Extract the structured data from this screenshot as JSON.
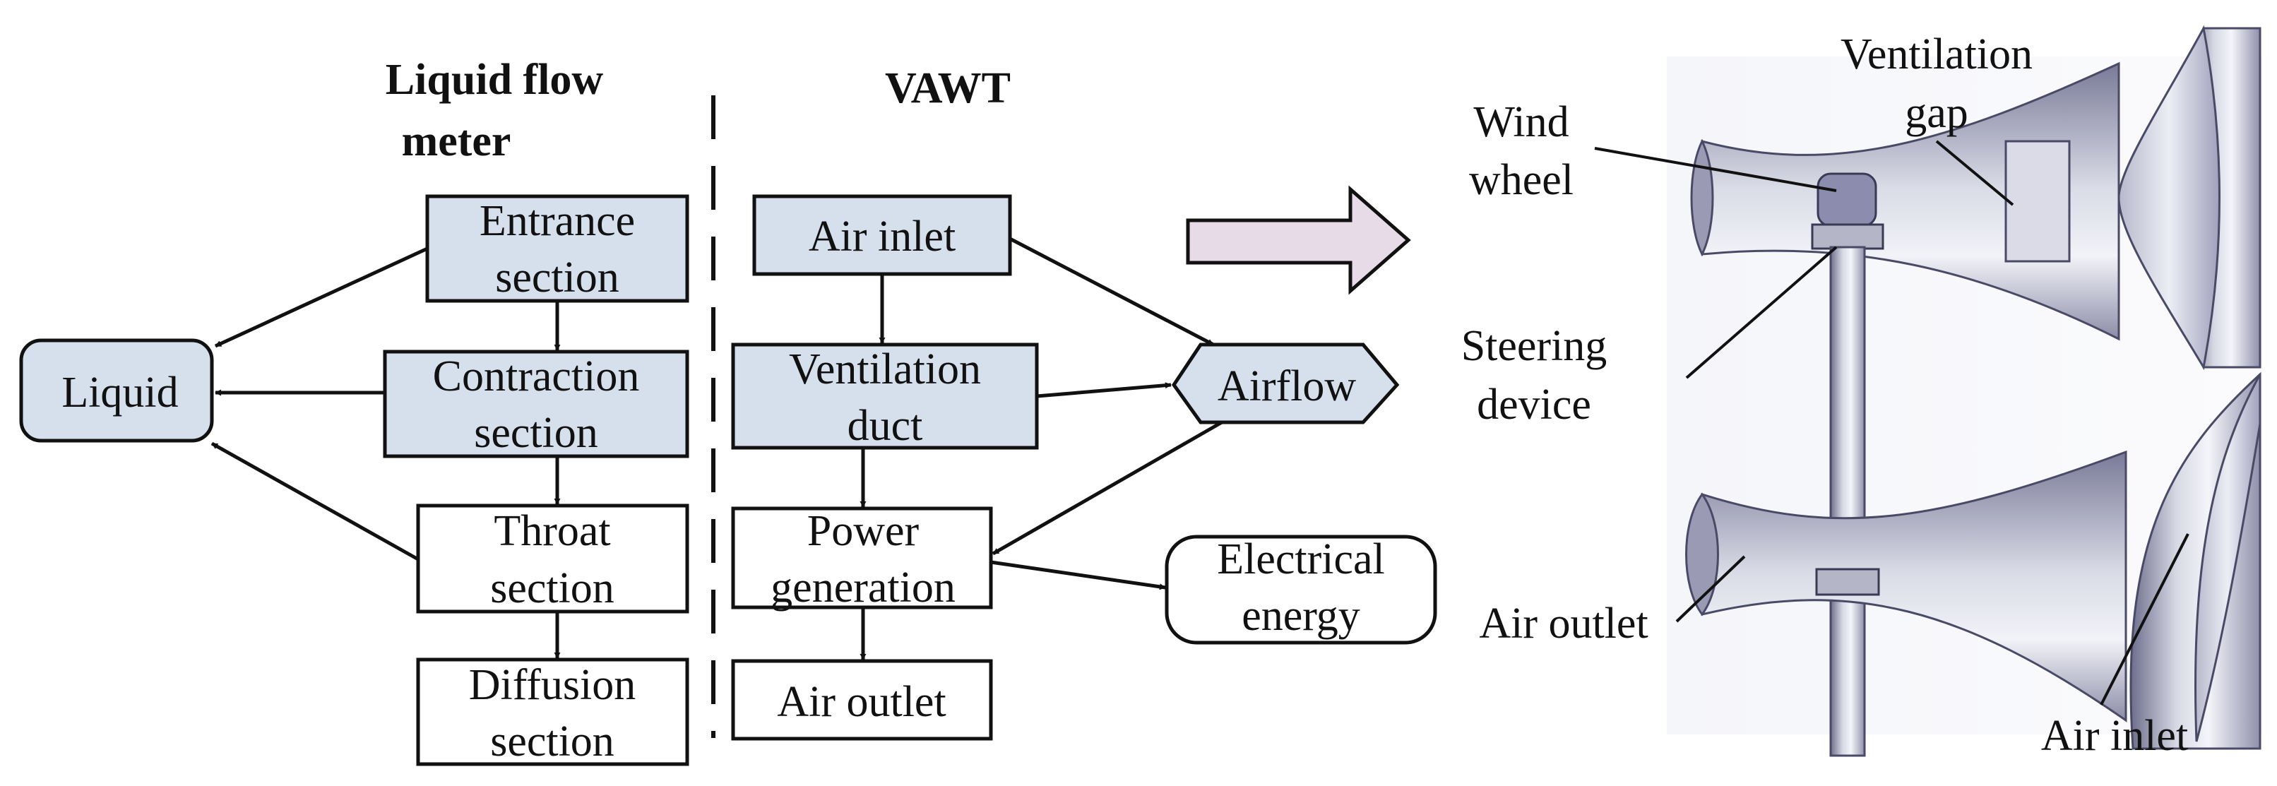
{
  "headers": {
    "left_line1": "Liquid flow",
    "left_line2": "meter",
    "right": "VAWT"
  },
  "flow_meter": {
    "entrance": [
      "Entrance",
      "section"
    ],
    "contraction": [
      "Contraction",
      "section"
    ],
    "throat": [
      "Throat",
      "section"
    ],
    "diffusion": [
      "Diffusion",
      "section"
    ],
    "liquid": "Liquid"
  },
  "vawt": {
    "air_inlet": "Air inlet",
    "ventilation_duct": [
      "Ventilation",
      "duct"
    ],
    "power_generation": [
      "Power",
      "generation"
    ],
    "air_outlet": "Air outlet",
    "airflow": "Airflow",
    "electrical_energy": [
      "Electrical",
      "energy"
    ]
  },
  "model_labels": {
    "ventilation_gap": [
      "Ventilation",
      "gap"
    ],
    "wind_wheel": [
      "Wind",
      "wheel"
    ],
    "steering_device": [
      "Steering",
      "device"
    ],
    "air_outlet": "Air outlet",
    "air_inlet": "Air inlet"
  },
  "colors": {
    "box_fill": "#d6e0ec",
    "arrow_fill": "#e6dbe6",
    "metal_dark": "#8a8aa6",
    "metal_light": "#eef0f6"
  }
}
